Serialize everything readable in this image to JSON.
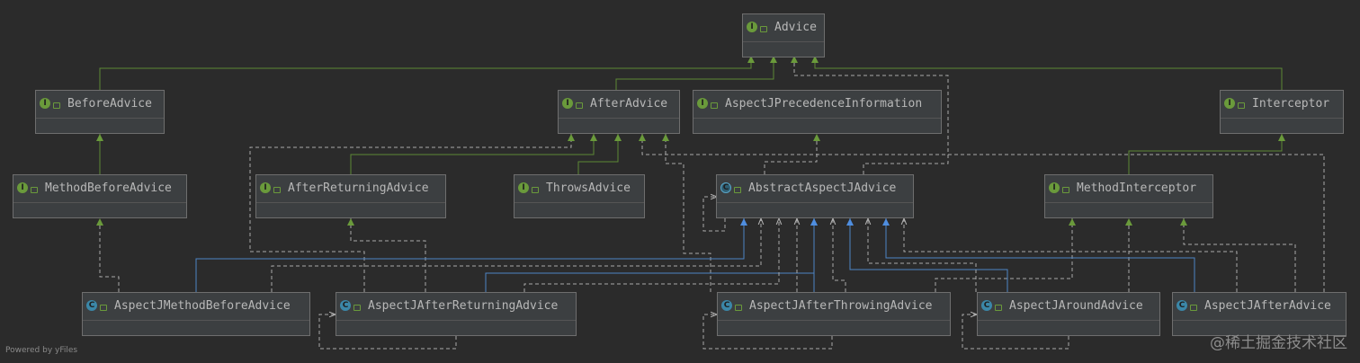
{
  "colors": {
    "interface_badge": "#6a9a3b",
    "class_badge": "#3b87a8",
    "implements_edge": "#5d8a36",
    "extends_edge": "#4d84c4",
    "usage_edge": "#a8a8a8",
    "background": "#2b2b2b"
  },
  "nodes": {
    "advice": {
      "name": "Advice",
      "kind": "I"
    },
    "before_advice": {
      "name": "BeforeAdvice",
      "kind": "I"
    },
    "after_advice": {
      "name": "AfterAdvice",
      "kind": "I"
    },
    "aspectj_precedence_information": {
      "name": "AspectJPrecedenceInformation",
      "kind": "I"
    },
    "interceptor": {
      "name": "Interceptor",
      "kind": "I"
    },
    "method_before_advice": {
      "name": "MethodBeforeAdvice",
      "kind": "I"
    },
    "after_returning_advice": {
      "name": "AfterReturningAdvice",
      "kind": "I"
    },
    "throws_advice": {
      "name": "ThrowsAdvice",
      "kind": "I"
    },
    "abstract_aspectj_advice": {
      "name": "AbstractAspectJAdvice",
      "kind": "C"
    },
    "method_interceptor": {
      "name": "MethodInterceptor",
      "kind": "I"
    },
    "aspectj_method_before_advice": {
      "name": "AspectJMethodBeforeAdvice",
      "kind": "C"
    },
    "aspectj_after_returning_advice": {
      "name": "AspectJAfterReturningAdvice",
      "kind": "C"
    },
    "aspectj_after_throwing_advice": {
      "name": "AspectJAfterThrowingAdvice",
      "kind": "C"
    },
    "aspectj_around_advice": {
      "name": "AspectJAroundAdvice",
      "kind": "C"
    },
    "aspectj_after_advice": {
      "name": "AspectJAfterAdvice",
      "kind": "C"
    }
  },
  "footer": {
    "text": "Powered by yFiles"
  },
  "watermark": {
    "text": "@稀土掘金技术社区"
  }
}
